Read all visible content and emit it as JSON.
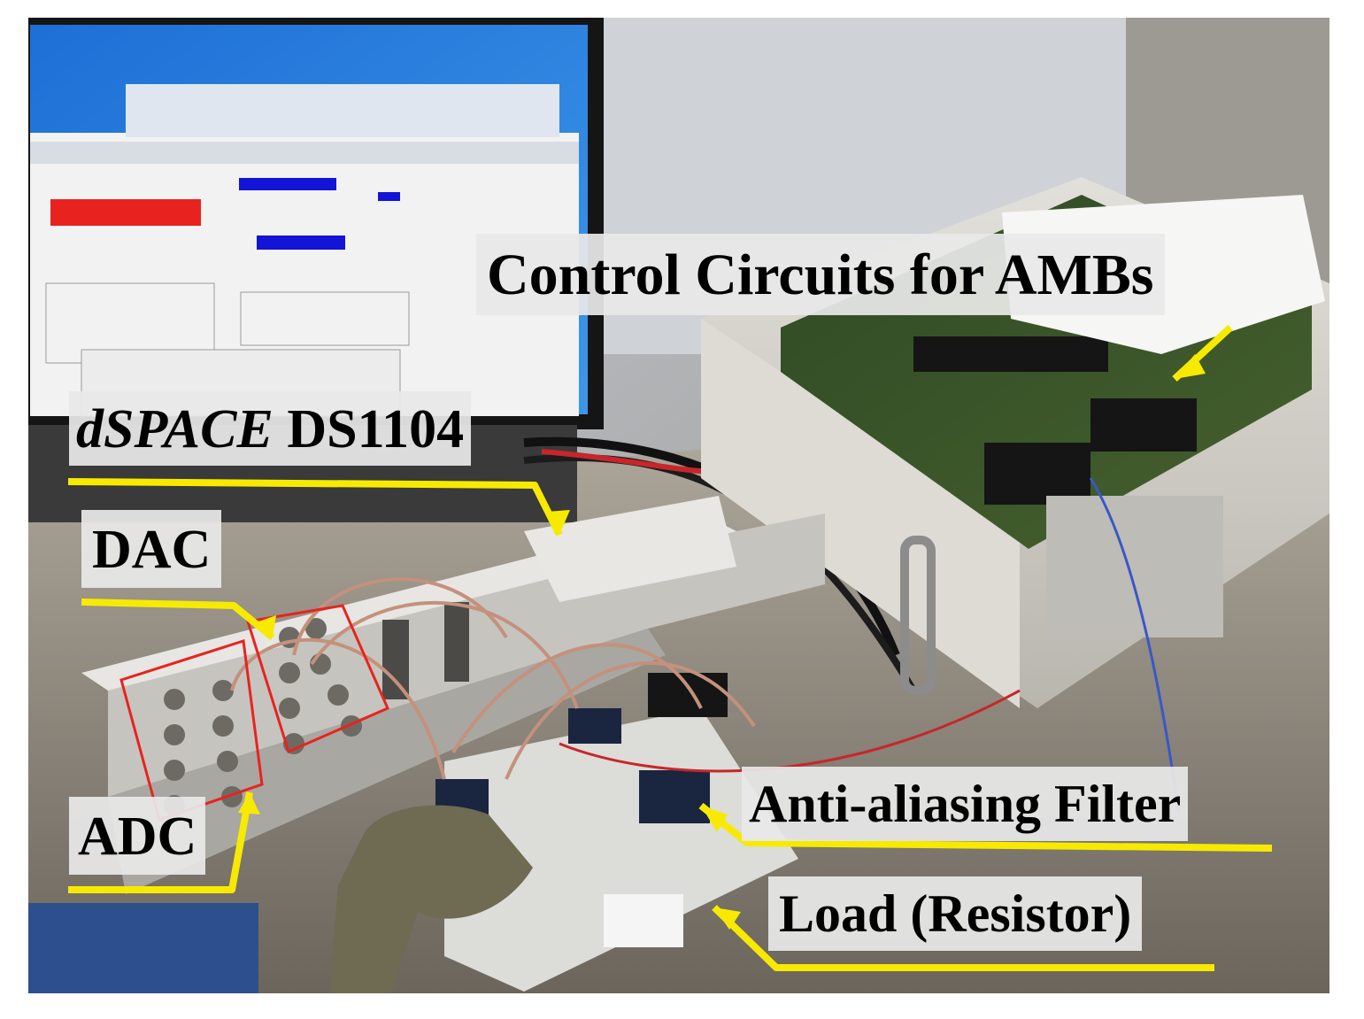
{
  "photo": {
    "description_labels": {
      "control": "Control Circuits for AMBs",
      "dspace_brand": "dSPACE",
      "dspace_model": "DS1104",
      "dac": "DAC",
      "adc": "ADC",
      "filter": "Anti-aliasing Filter",
      "load": "Load (Resistor)"
    },
    "colors": {
      "label_background": "#e8e8e8",
      "arrow": "#f7ea00",
      "highlight_box": "#e8231f",
      "monitor_bar_red": "#e8231f",
      "monitor_bar_blue": "#1414d6"
    }
  }
}
